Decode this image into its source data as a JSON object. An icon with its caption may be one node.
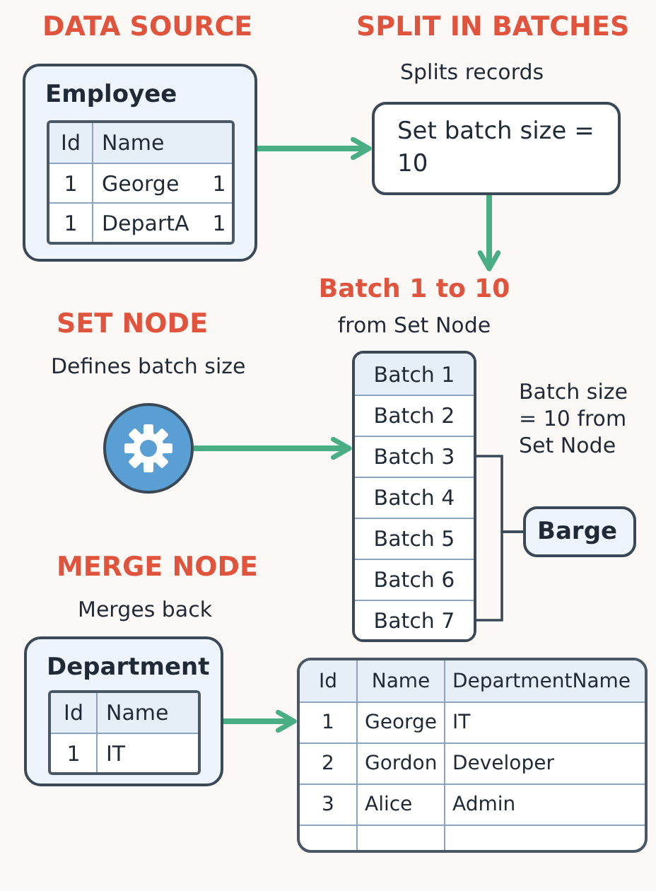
{
  "diagram": {
    "nodes": [
      {
        "text": [
          "Employee"
        ]
      },
      {
        "text": [
          "Set batch size = 10"
        ],
        "beside": [
          "Splits records"
        ]
      },
      {
        "text": [],
        "shape": "circle"
      },
      {
        "text": [
          "Batch 1 to 10",
          "from Set Node"
        ]
      },
      {
        "text": [
          "Batch 1"
        ],
        "in": 3
      },
      {
        "text": [
          "Batch 2"
        ],
        "in": 3
      },
      {
        "text": [
          "Batch 3"
        ],
        "in": 3
      },
      {
        "text": [
          "Batch 4"
        ],
        "in": 3
      },
      {
        "text": [
          "Batch 5"
        ],
        "in": 3
      },
      {
        "text": [
          "Batch 6"
        ],
        "in": 3
      },
      {
        "text": [
          "Batch 7"
        ],
        "in": 3
      },
      {
        "text": [
          "Barge"
        ]
      },
      {
        "text": [
          "Department"
        ],
        "beside": [
          "Merges back"
        ]
      },
      {
        "text": [],
        "shape": "box"
      }
    ],
    "edges": [
      {
        "from": 0,
        "to": 1,
        "arrow": "to"
      },
      {
        "from": 1,
        "to": 3,
        "arrow": "to"
      },
      {
        "from": 2,
        "to": 3,
        "arrow": "to"
      },
      {
        "from": 6,
        "to": 11,
        "arrow": "none",
        "color": "#3b4856"
      },
      {
        "from": 10,
        "to": 11,
        "arrow": "none",
        "color": "#3b4856"
      },
      {
        "from": 12,
        "to": 13,
        "arrow": "to"
      }
    ],
    "labels": [
      "DATA SOURCE",
      "SPLIT IN BATCHES",
      "Id",
      "Name",
      "1",
      "George",
      "1",
      "1",
      "DepartA",
      "1",
      "SET NODE",
      "Defines batch size",
      "Batch size = 10 from Set Node",
      "MERGE NODE",
      "Id",
      "Name",
      "1",
      "IT",
      "Id",
      "Name",
      "DepartmentName",
      "1",
      "George",
      "IT",
      "2",
      "Gordon",
      "Developer",
      "3",
      "Alice",
      "Admin"
    ]
  }
}
